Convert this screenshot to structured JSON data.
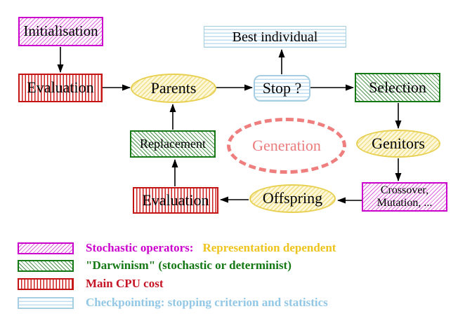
{
  "nodes": {
    "initialisation": {
      "label": "Initialisation"
    },
    "evaluation_top": {
      "label": "Evaluation"
    },
    "parents": {
      "label": "Parents"
    },
    "best_individual": {
      "label": "Best individual"
    },
    "stop": {
      "label": "Stop ?"
    },
    "selection": {
      "label": "Selection"
    },
    "genitors": {
      "label": "Genitors"
    },
    "crossover_mutation": {
      "line1": "Crossover,",
      "line2": "Mutation, ..."
    },
    "offspring": {
      "label": "Offspring"
    },
    "evaluation_bottom": {
      "label": "Evaluation"
    },
    "replacement": {
      "label": "Replacement"
    },
    "generation": {
      "label": "Generation"
    }
  },
  "legend": {
    "items": [
      {
        "pattern": "magenta-diagonal-hatch",
        "label": "Stochastic operators:",
        "label2": "Representation dependent"
      },
      {
        "pattern": "green-diagonal-hatch",
        "label": "\"Darwinism\" (stochastic or determinist)"
      },
      {
        "pattern": "red-vertical-stripes",
        "label": "Main CPU cost"
      },
      {
        "pattern": "cyan-horizontal-stripes",
        "label": "Checkpointing: stopping criterion and statistics"
      }
    ]
  },
  "colors": {
    "magenta": "#cc00cc",
    "green": "#147814",
    "red": "#c41425",
    "cyan_border": "#a5cee2",
    "cyan_text": "#92c7e6",
    "yellow_border": "#e8d052",
    "gold_text": "#eec41c",
    "salmon": "#ef7e7e",
    "arrow": "#000000"
  }
}
